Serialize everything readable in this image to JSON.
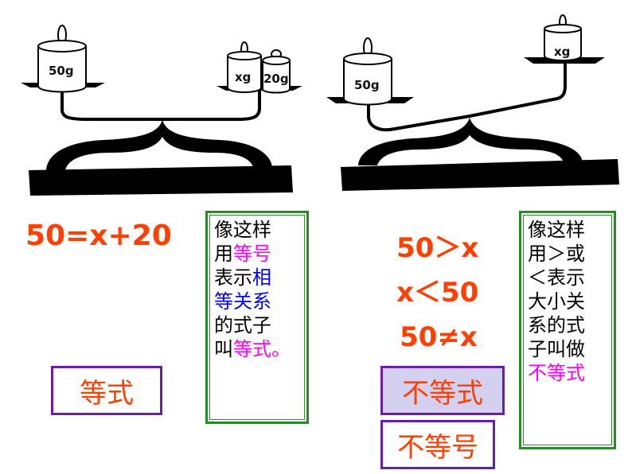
{
  "left": {
    "weight_left": "50g",
    "weight_right_a": "xg",
    "weight_right_b": "20g",
    "equation": "50=x+20",
    "note": {
      "l1": "像这样",
      "l2a": "用",
      "l2b": "等号",
      "l3a": "表示",
      "l3b": "相",
      "l4a": "等关系",
      "l5": "的式子",
      "l6a": "叫",
      "l6b": "等式。"
    },
    "term": "等式"
  },
  "right": {
    "weight_left": "50g",
    "weight_right": "xg",
    "ineq1": "50＞x",
    "ineq2": "x＜50",
    "ineq3": "50≠x",
    "note": {
      "l1": "像这样",
      "l2": "用＞或",
      "l3": "＜表示",
      "l4": "大小关",
      "l5": "系的式",
      "l6": "子叫做",
      "l7": "不等式"
    },
    "term1": "不等式",
    "term2": "不等号"
  },
  "colors": {
    "accent_orange": "#ff4000",
    "pink": "#ff00ff",
    "blue": "#0000ff",
    "green_border": "#2a8a2a",
    "purple_border": "#6a1ea8",
    "highlight_fill": "#d4d0f0"
  }
}
